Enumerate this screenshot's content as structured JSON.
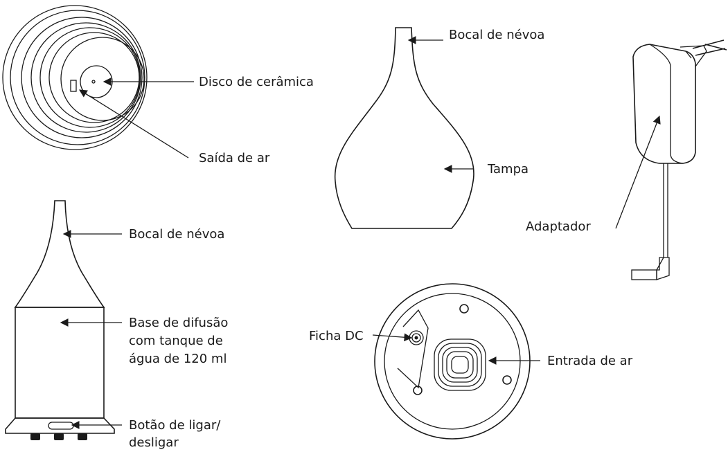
{
  "labels": {
    "ceramic_disc": "Disco de cerâmica",
    "air_outlet": "Saída de ar",
    "mist_nozzle_lid": "Bocal de névoa",
    "lid": "Tampa",
    "adapter": "Adaptador",
    "mist_nozzle_base": "Bocal de névoa",
    "diffusion_base_line1": "Base de difusão",
    "diffusion_base_line2": "com tanque de",
    "diffusion_base_line3": "água de 120 ml",
    "power_button_line1": "Botão de ligar/",
    "power_button_line2": "desligar",
    "dc_plug": "Ficha DC",
    "air_inlet": "Entrada de ar"
  },
  "colors": {
    "line": "#1a1a1a",
    "background": "#ffffff"
  }
}
